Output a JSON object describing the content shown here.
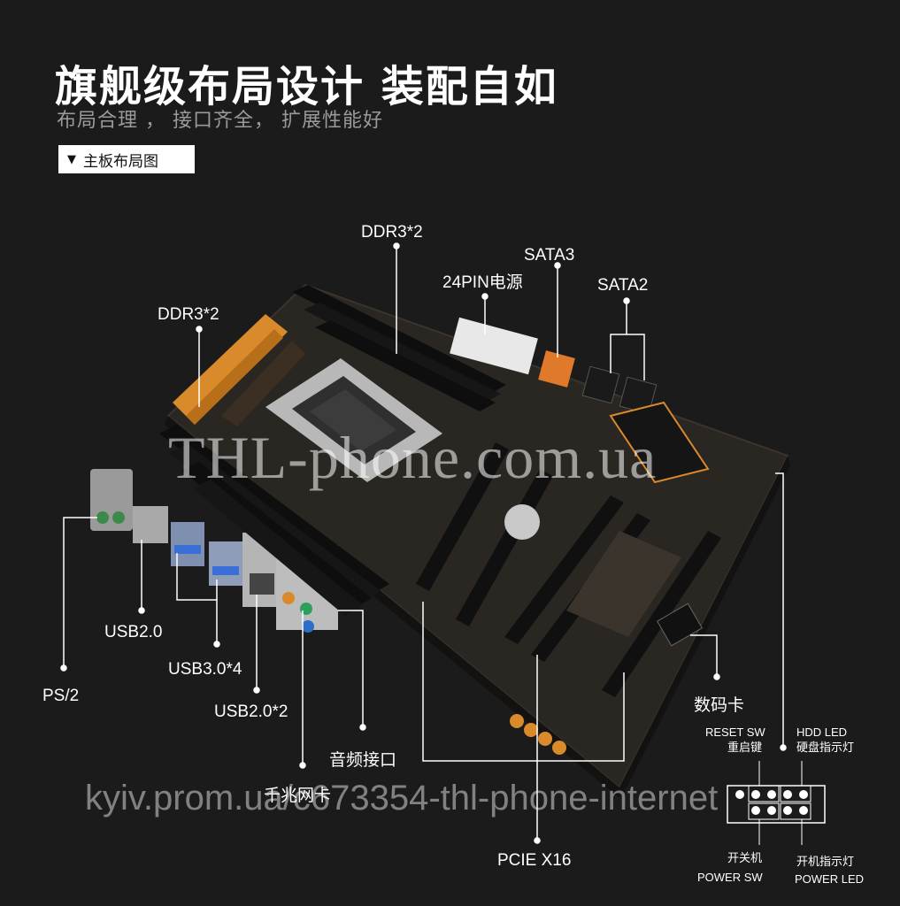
{
  "header": {
    "title": "旗舰级布局设计 装配自如",
    "subtitle": "布局合理 ， 接口齐全， 扩展性能好",
    "tag_label": "主板布局图"
  },
  "callouts": {
    "ddr3_top": "DDR3*2",
    "ddr3_left": "DDR3*2",
    "pin24": "24PIN电源",
    "sata3": "SATA3",
    "sata2": "SATA2",
    "ps2": "PS/2",
    "usb20": "USB2.0",
    "usb30x4": "USB3.0*4",
    "usb20x2": "USB2.0*2",
    "audio": "音频接口",
    "gigabit_lan": "千兆网卡",
    "pcie_x16": "PCIE X16",
    "debug_card": "数码卡"
  },
  "front_panel": {
    "reset_sw": "RESET SW",
    "reset_cn": "重启键",
    "hdd_led": "HDD LED",
    "hdd_cn": "硬盘指示灯",
    "power_sw_cn": "开关机",
    "power_sw": "POWER SW",
    "power_led_cn": "开机指示灯",
    "power_led": "POWER LED"
  },
  "watermarks": {
    "main": "THL-phone.com.ua",
    "url": "kyiv.prom.ua/c673354-thl-phone-internet"
  },
  "colors": {
    "background": "#1b1b1b",
    "board": "#2a2622",
    "heatsink_orange": "#d98a2b",
    "sata_orange": "#e07a2a",
    "usb3_blue": "#3a6fd8"
  }
}
